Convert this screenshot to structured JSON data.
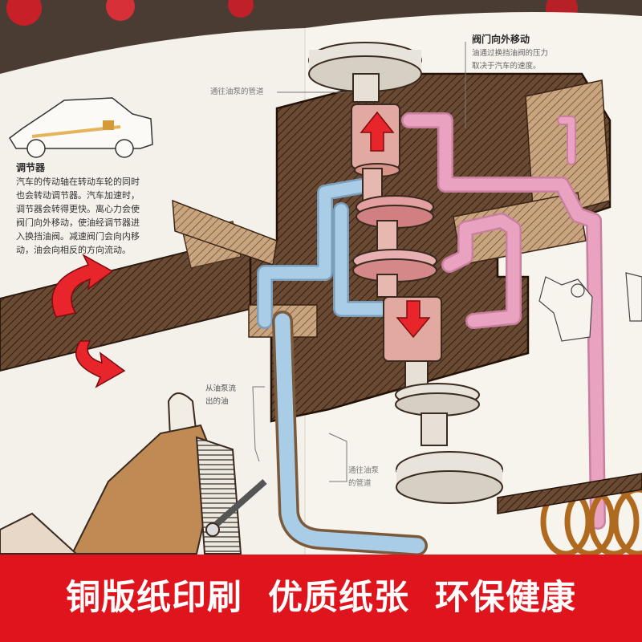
{
  "labels": {
    "valve_moves_title": "阀门向外移动",
    "valve_moves_line1": "油通过换挡油阀的压力",
    "valve_moves_line2": "取决于汽车的速度。",
    "pipe_to_pump_top": "通往油泵的管道",
    "regulator_title": "调节器",
    "regulator_line1": "汽车的传动轴在转动车轮的同时",
    "regulator_line2": "也会转动调节器。汽车加速时，",
    "regulator_line3": "调节器会转得更快。离心力会使",
    "regulator_line4": "阀门向外移动，使油经调节器进",
    "regulator_line5": "入换挡油阀。减速阀门会向内移",
    "regulator_line6": "动，油会向相反的方向流动。",
    "oil_from_pump_line1": "从油泵流",
    "oil_from_pump_line2": "出的油",
    "pipe_to_pump_bottom_line1": "通往油泵",
    "pipe_to_pump_bottom_line2": "的管道"
  },
  "banner": {
    "text": "铜版纸印刷  优质纸张  环保健康"
  },
  "colors": {
    "banner_red": "#e0141c",
    "page_paper": "#f4f1ea",
    "wood_brown": "#6b4a33",
    "pink_oil": "#e9a3c0",
    "blue_oil": "#a9cde6",
    "arrow_red": "#e8252a"
  }
}
